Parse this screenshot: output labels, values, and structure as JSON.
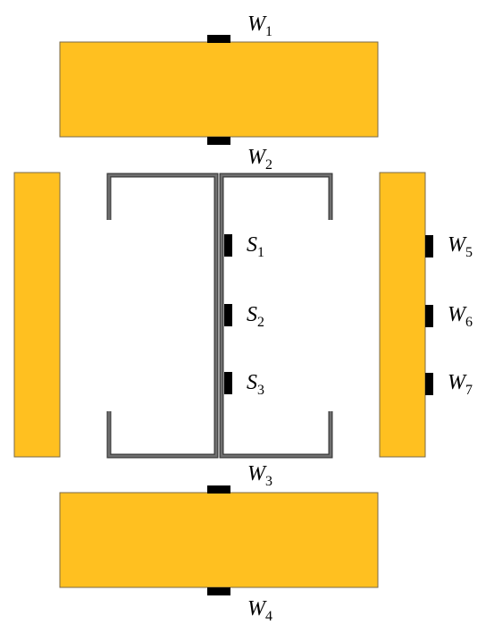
{
  "colors": {
    "panel_fill": "#FFC020",
    "panel_stroke": "#7a6a4a",
    "gauge": "#000000",
    "steel": "#707070",
    "steel_outline": "#3a3a3a",
    "background": "#ffffff"
  },
  "diagram": {
    "panels": [
      "top-panel",
      "bottom-panel",
      "left-panel",
      "right-panel"
    ],
    "section": "back-to-back-channel-section",
    "gauges": {
      "W1": {
        "letter": "W",
        "sub": "1"
      },
      "W2": {
        "letter": "W",
        "sub": "2"
      },
      "W3": {
        "letter": "W",
        "sub": "3"
      },
      "W4": {
        "letter": "W",
        "sub": "4"
      },
      "W5": {
        "letter": "W",
        "sub": "5"
      },
      "W6": {
        "letter": "W",
        "sub": "6"
      },
      "W7": {
        "letter": "W",
        "sub": "7"
      },
      "S1": {
        "letter": "S",
        "sub": "1"
      },
      "S2": {
        "letter": "S",
        "sub": "2"
      },
      "S3": {
        "letter": "S",
        "sub": "3"
      }
    }
  }
}
